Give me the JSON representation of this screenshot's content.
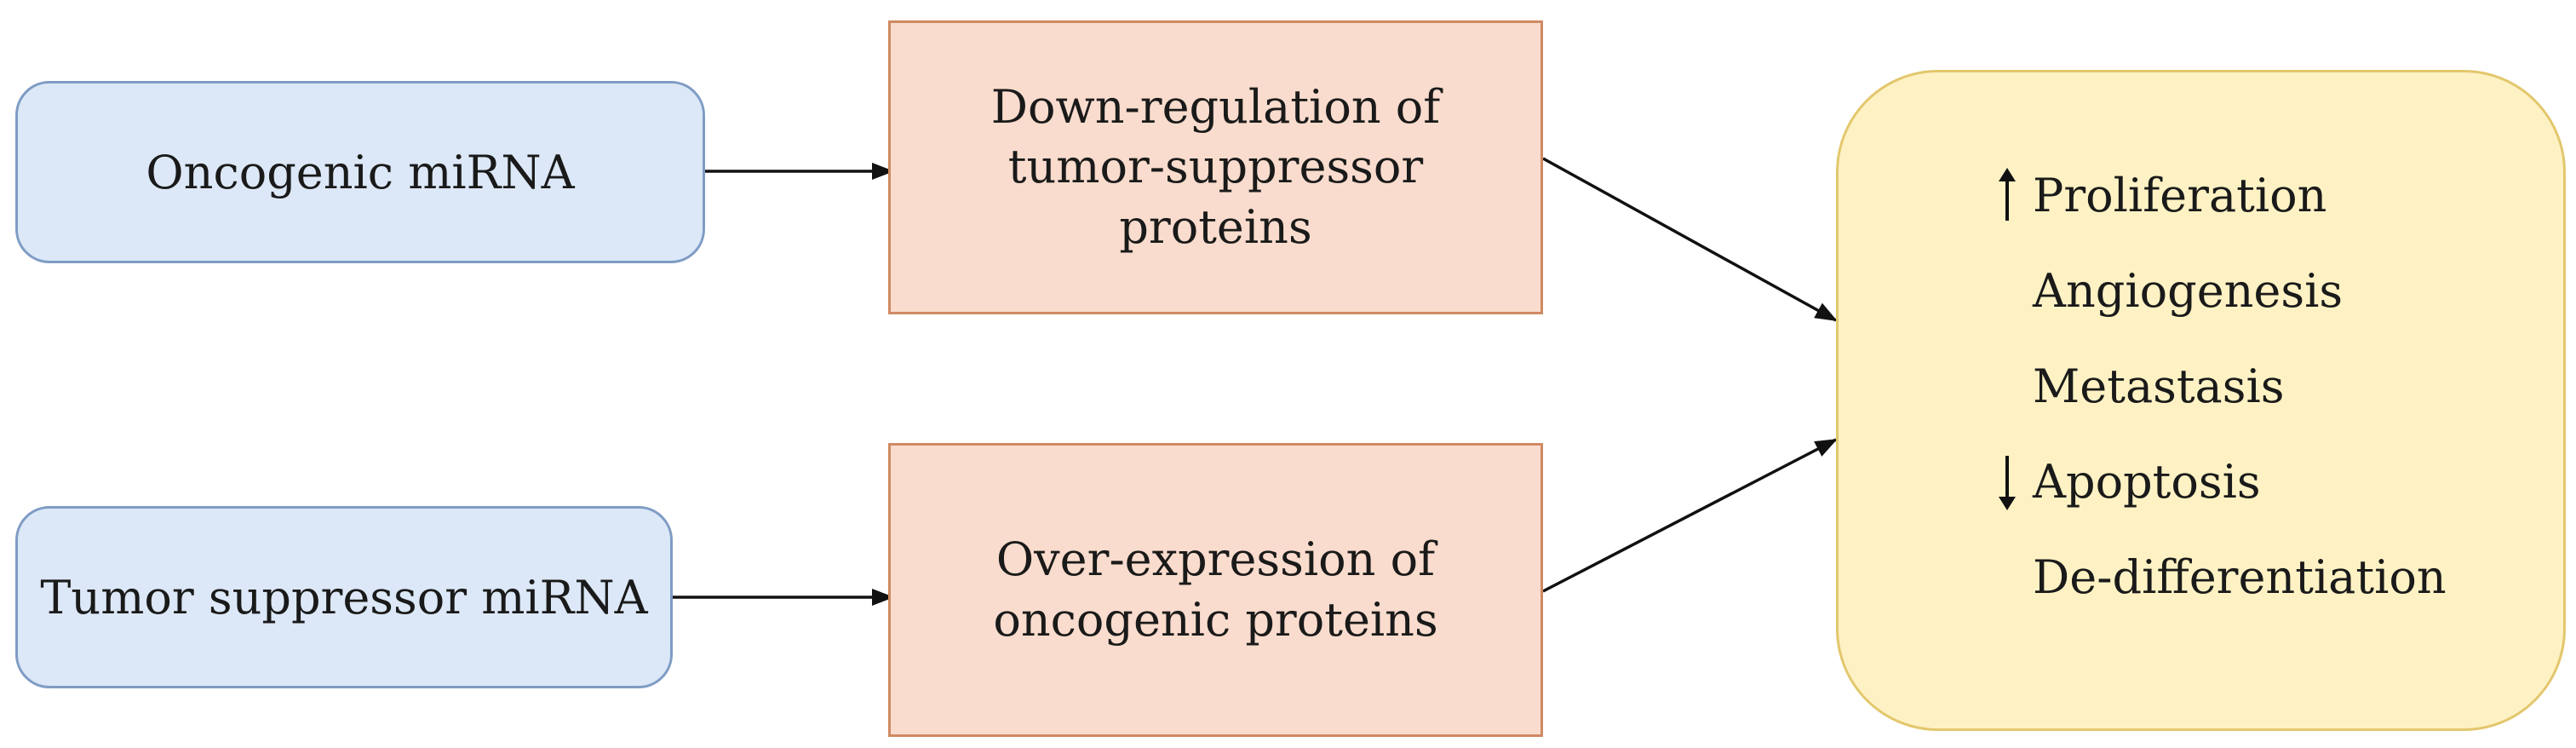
{
  "sources": [
    {
      "label": "Oncogenic miRNA"
    },
    {
      "label": "Tumor suppressor miRNA"
    }
  ],
  "effects": [
    {
      "lines": [
        "Down-regulation of",
        "tumor-suppressor",
        "proteins"
      ]
    },
    {
      "lines": [
        "Over-expression of",
        "oncogenic proteins"
      ]
    }
  ],
  "outcomes": [
    {
      "direction": "up",
      "label": "Proliferation"
    },
    {
      "direction": "none",
      "label": "Angiogenesis"
    },
    {
      "direction": "none",
      "label": "Metastasis"
    },
    {
      "direction": "down",
      "label": "Apoptosis"
    },
    {
      "direction": "none",
      "label": "De-differentiation"
    }
  ],
  "colors": {
    "source_fill": "#dce8f7",
    "source_border": "#7f9cc4",
    "effect_fill": "#f9dccd",
    "effect_border": "#d08a63",
    "outcome_fill": "#fef2c4",
    "outcome_border": "#e3c76d",
    "arrow": "#111111"
  }
}
